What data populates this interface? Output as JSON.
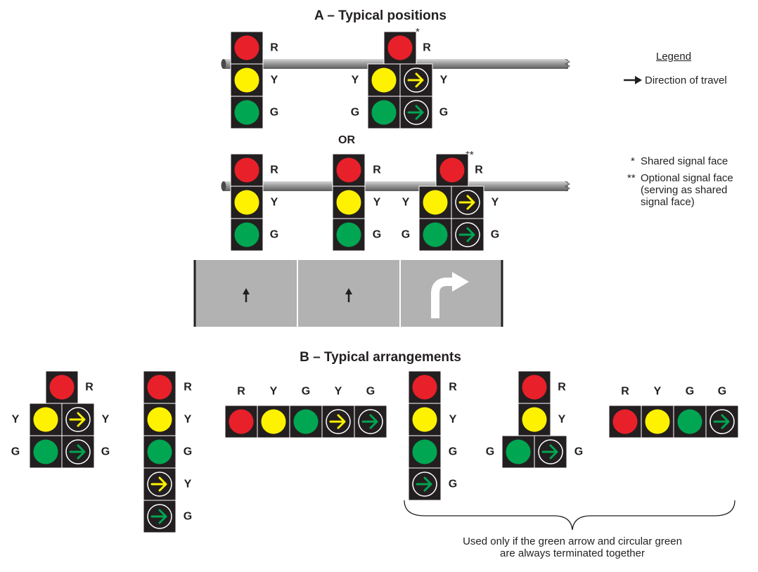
{
  "section_a": {
    "title": "A – Typical positions",
    "or_label": "OR"
  },
  "section_b": {
    "title": "B – Typical arrangements"
  },
  "legend": {
    "title": "Legend",
    "arrow_text": "Direction of travel",
    "shared_mark": "*",
    "shared_text": "Shared signal face",
    "optional_mark": "**",
    "optional_text": [
      "Optional signal face",
      "(serving as shared",
      "signal face)"
    ]
  },
  "lamp_labels": {
    "red": "R",
    "yellow": "Y",
    "green": "G"
  },
  "footnote": [
    "Used only if the green arrow and circular green",
    "are always terminated together"
  ],
  "colors": {
    "red": "#e8202a",
    "yellow": "#fff200",
    "green": "#00a651",
    "housing": "#231f20",
    "road": "#b2b2b2",
    "mast": "#9d9d9d"
  }
}
